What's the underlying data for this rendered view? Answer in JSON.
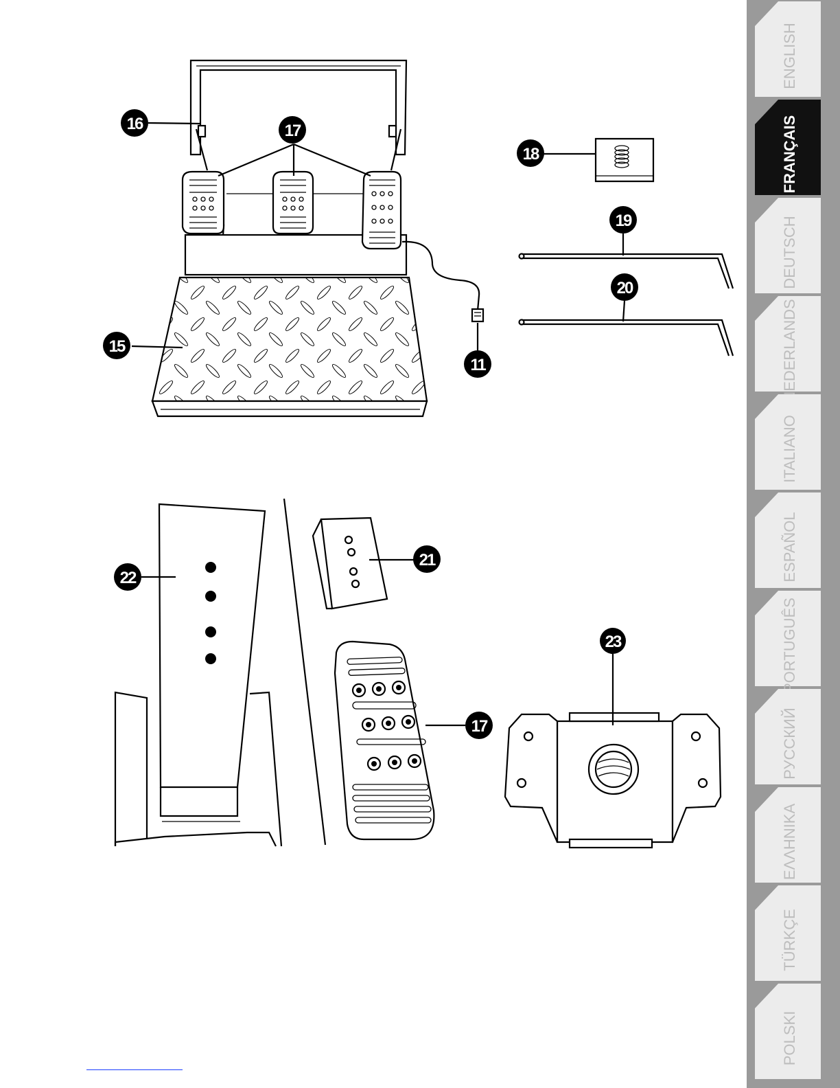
{
  "callouts": {
    "n11": "11",
    "n15": "15",
    "n16": "16",
    "n17a": "17",
    "n17b": "17",
    "n18": "18",
    "n19": "19",
    "n20": "20",
    "n21": "21",
    "n22": "22",
    "n23": "23"
  },
  "language_tabs": [
    {
      "label": "ENGLISH",
      "active": false
    },
    {
      "label": "FRANÇAIS",
      "active": true
    },
    {
      "label": "DEUTSCH",
      "active": false
    },
    {
      "label": "NEDERLANDS",
      "active": false
    },
    {
      "label": "ITALIANO",
      "active": false
    },
    {
      "label": "ESPAÑOL",
      "active": false
    },
    {
      "label": "PORTUGUÊS",
      "active": false
    },
    {
      "label": "РУССКИЙ",
      "active": false
    },
    {
      "label": "ΕΛΛΗΝΙΚΑ",
      "active": false
    },
    {
      "label": "TÜRKÇE",
      "active": false
    },
    {
      "label": "POLSKI",
      "active": false
    }
  ],
  "colors": {
    "tab_strip": "#9a9a9a",
    "tab_inactive": "#ececec",
    "tab_active": "#111111",
    "footer_link": "#1a3cff"
  }
}
